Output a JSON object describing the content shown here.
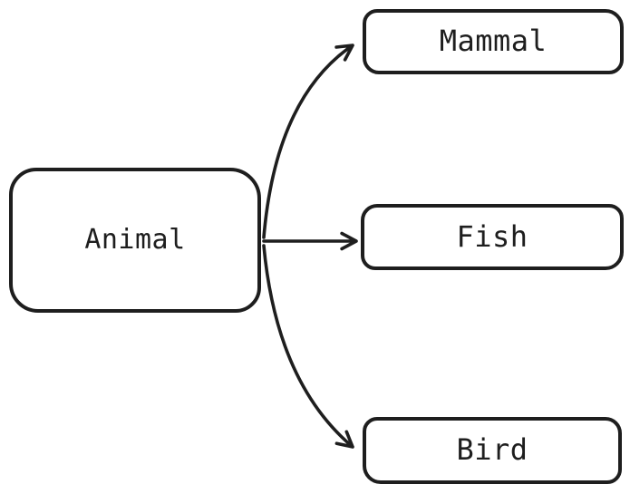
{
  "canvas": {
    "background_color": "#ffffff",
    "stroke_color": "#1e1e1e"
  },
  "nodes": [
    {
      "id": "animal",
      "label": "Animal",
      "role": "root"
    },
    {
      "id": "mammal",
      "label": "Mammal",
      "role": "child"
    },
    {
      "id": "fish",
      "label": "Fish",
      "role": "child"
    },
    {
      "id": "bird",
      "label": "Bird",
      "role": "child"
    }
  ],
  "edges": [
    {
      "from": "animal",
      "to": "mammal",
      "shape": "curved-up",
      "arrowhead": "open"
    },
    {
      "from": "animal",
      "to": "fish",
      "shape": "straight",
      "arrowhead": "open"
    },
    {
      "from": "animal",
      "to": "bird",
      "shape": "curved-down",
      "arrowhead": "open"
    }
  ]
}
